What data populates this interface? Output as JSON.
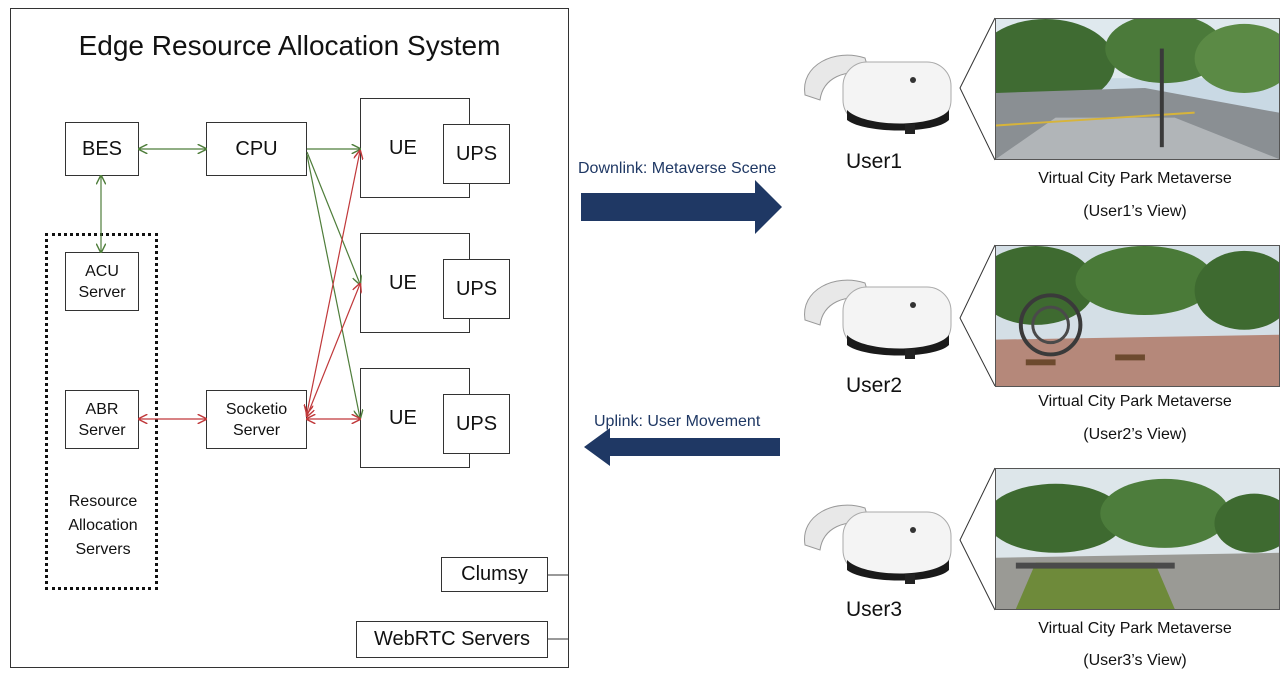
{
  "system": {
    "title": "Edge Resource Allocation System",
    "bes": "BES",
    "cpu": "CPU",
    "ue": "UE",
    "ups": "UPS",
    "acu_line1": "ACU",
    "acu_line2": "Server",
    "abr_line1": "ABR",
    "abr_line2": "Server",
    "socket_line1": "Socketio",
    "socket_line2": "Server",
    "ras_line1": "Resource",
    "ras_line2": "Allocation",
    "ras_line3": "Servers",
    "clumsy": "Clumsy",
    "webrtc": "WebRTC Servers"
  },
  "links": {
    "downlink": "Downlink: Metaverse Scene",
    "uplink": "Uplink: User Movement"
  },
  "users": [
    {
      "name": "User1",
      "caption1": "Virtual City Park Metaverse",
      "caption2": "(User1’s View)"
    },
    {
      "name": "User2",
      "caption1": "Virtual City Park Metaverse",
      "caption2": "(User2’s View)"
    },
    {
      "name": "User3",
      "caption1": "Virtual City Park Metaverse",
      "caption2": "(User3’s View)"
    }
  ],
  "colors": {
    "green_arrow": "#4e7d3a",
    "red_arrow": "#c0383a",
    "big_arrow": "#1f3864"
  }
}
